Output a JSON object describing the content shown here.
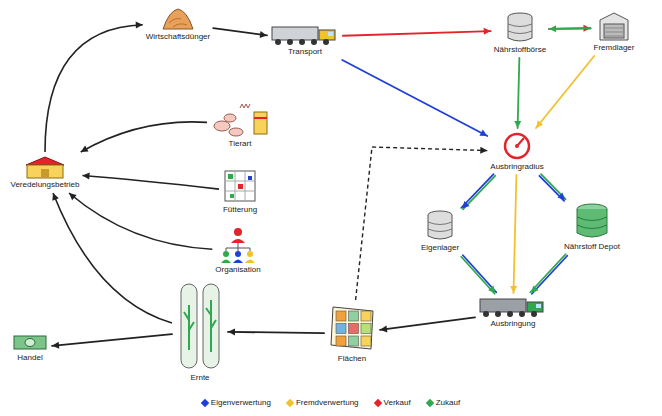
{
  "diagram": {
    "nodes": [
      {
        "text": [
          "Wirtschaftsdünger"
        ]
      },
      {
        "text": [
          "Transport"
        ]
      },
      {
        "text": [
          "Nährstoffbörse"
        ]
      },
      {
        "text": [
          "Fremdlager"
        ]
      },
      {
        "text": [
          "Ausbringradius"
        ]
      },
      {
        "text": [
          "Eigenlager"
        ]
      },
      {
        "text": [
          "Nährstoff Depot"
        ]
      },
      {
        "text": [
          "Ausbringung"
        ]
      },
      {
        "text": [
          "Flächen"
        ]
      },
      {
        "text": [
          "Ernte"
        ]
      },
      {
        "text": [
          "Handel"
        ]
      },
      {
        "text": [
          "Veredelungsbetrieb"
        ]
      },
      {
        "text": [
          "Tierart"
        ]
      },
      {
        "text": [
          "Fütterung"
        ]
      },
      {
        "text": [
          "Organisation"
        ]
      }
    ],
    "edges": [
      {
        "from": 11,
        "to": 0,
        "arrow": "to"
      },
      {
        "from": 0,
        "to": 1,
        "arrow": "to"
      },
      {
        "from": 1,
        "to": 2,
        "arrow": "to"
      },
      {
        "from": 2,
        "to": 3,
        "arrow": "to"
      },
      {
        "from": 3,
        "to": 2,
        "arrow": "to"
      },
      {
        "from": 1,
        "to": 4,
        "arrow": "to"
      },
      {
        "from": 2,
        "to": 4,
        "arrow": "to"
      },
      {
        "from": 3,
        "to": 4,
        "arrow": "to"
      },
      {
        "from": 4,
        "to": 5,
        "arrow": "to"
      },
      {
        "from": 4,
        "to": 6,
        "arrow": "to"
      },
      {
        "from": 4,
        "to": 7,
        "arrow": "to"
      },
      {
        "from": 5,
        "to": 7,
        "arrow": "to"
      },
      {
        "from": 6,
        "to": 7,
        "arrow": "to"
      },
      {
        "from": 7,
        "to": 8,
        "arrow": "to"
      },
      {
        "from": 8,
        "to": 4,
        "arrow": "to"
      },
      {
        "from": 8,
        "to": 9,
        "arrow": "to"
      },
      {
        "from": 9,
        "to": 10,
        "arrow": "to"
      },
      {
        "from": 9,
        "to": 11,
        "arrow": "to"
      },
      {
        "from": 12,
        "to": 11,
        "arrow": "to"
      },
      {
        "from": 13,
        "to": 11,
        "arrow": "to"
      },
      {
        "from": 14,
        "to": 11,
        "arrow": "to"
      }
    ],
    "legend": [
      {
        "text": "Eigenverwertung",
        "color": "#1f3fd6"
      },
      {
        "text": "Fremdverwertung",
        "color": "#f2c12e"
      },
      {
        "text": "Verkauf",
        "color": "#e3242b"
      },
      {
        "text": "Zukauf",
        "color": "#2fa84f"
      }
    ]
  }
}
